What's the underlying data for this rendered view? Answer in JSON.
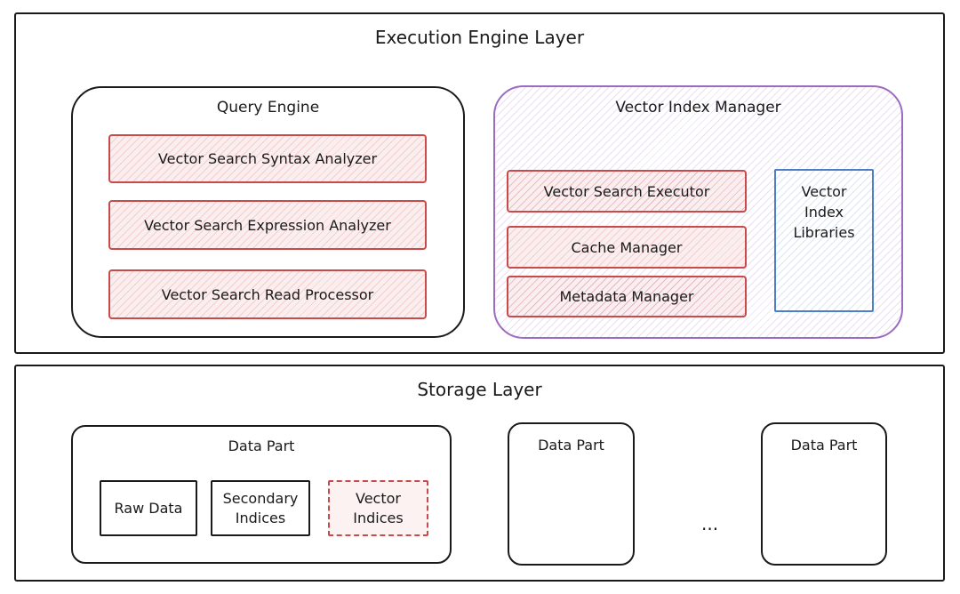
{
  "execution_layer": {
    "title": "Execution Engine Layer",
    "query_engine": {
      "title": "Query Engine",
      "components": [
        "Vector Search Syntax Analyzer",
        "Vector Search Expression Analyzer",
        "Vector Search Read Processor"
      ]
    },
    "vector_index_manager": {
      "title": "Vector Index Manager",
      "components": [
        "Vector Search Executor",
        "Cache Manager",
        "Metadata Manager"
      ],
      "libraries": [
        "Vector",
        "Index",
        "Libraries"
      ]
    }
  },
  "storage_layer": {
    "title": "Storage Layer",
    "data_part_label": "Data Part",
    "data_part_items": {
      "raw_data": "Raw Data",
      "secondary_indices": [
        "Secondary",
        "Indices"
      ],
      "vector_indices": [
        "Vector",
        "Indices"
      ]
    },
    "ellipsis": "..."
  },
  "colors": {
    "red": "#c94a4a",
    "purple": "#9b6bbf",
    "blue": "#4c7fc8"
  }
}
